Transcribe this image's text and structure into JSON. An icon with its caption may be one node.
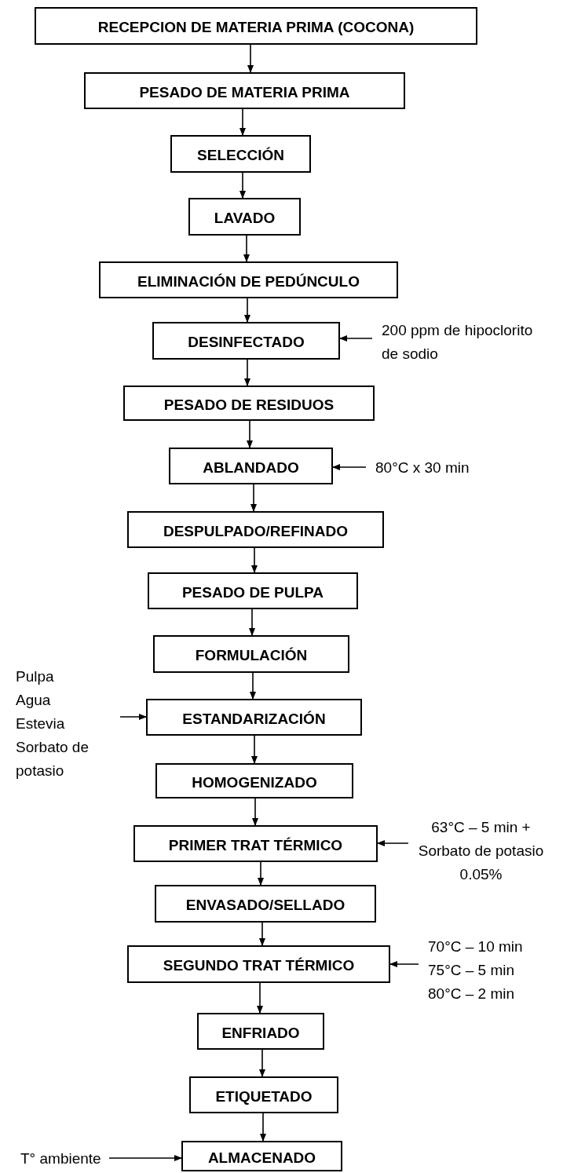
{
  "diagram": {
    "nodes": [
      {
        "text": [
          "RECEPCION DE MATERIA PRIMA (COCONA)"
        ]
      },
      {
        "text": [
          "PESADO DE MATERIA PRIMA"
        ]
      },
      {
        "text": [
          "SELECCIÓN"
        ]
      },
      {
        "text": [
          "LAVADO"
        ]
      },
      {
        "text": [
          "ELIMINACIÓN DE PEDÚNCULO"
        ]
      },
      {
        "text": [
          "DESINFECTADO"
        ]
      },
      {
        "text": [
          "PESADO DE RESIDUOS"
        ]
      },
      {
        "text": [
          "ABLANDADO"
        ]
      },
      {
        "text": [
          "DESPULPADO/REFINADO"
        ]
      },
      {
        "text": [
          "PESADO DE PULPA"
        ]
      },
      {
        "text": [
          "FORMULACIÓN"
        ]
      },
      {
        "text": [
          "ESTANDARIZACIÓN"
        ]
      },
      {
        "text": [
          "HOMOGENIZADO"
        ]
      },
      {
        "text": [
          "PRIMER TRAT TÉRMICO"
        ]
      },
      {
        "text": [
          "ENVASADO/SELLADO"
        ]
      },
      {
        "text": [
          "SEGUNDO TRAT TÉRMICO"
        ]
      },
      {
        "text": [
          "ENFRIADO"
        ]
      },
      {
        "text": [
          "ETIQUETADO"
        ]
      },
      {
        "text": [
          "ALMACENADO"
        ]
      },
      {
        "text": [
          "200 ppm de hipoclorito de sodio"
        ]
      },
      {
        "text": [
          "80°C x 30 min"
        ]
      },
      {
        "text": [
          "Pulpa",
          "Agua",
          "Estevia",
          "Sorbato de potasio"
        ]
      },
      {
        "text": [
          "63°C – 5 min + Sorbato de potasio 0.05%"
        ]
      },
      {
        "text": [
          "70°C – 10 min",
          "75°C – 5 min",
          "80°C – 2 min"
        ]
      },
      {
        "text": [
          "T° ambiente"
        ]
      }
    ],
    "edges": [
      {
        "from": 0,
        "to": 1,
        "arrow": "to"
      },
      {
        "from": 1,
        "to": 2,
        "arrow": "to"
      },
      {
        "from": 2,
        "to": 3,
        "arrow": "to"
      },
      {
        "from": 3,
        "to": 4,
        "arrow": "to"
      },
      {
        "from": 4,
        "to": 5,
        "arrow": "to"
      },
      {
        "from": 5,
        "to": 6,
        "arrow": "to"
      },
      {
        "from": 6,
        "to": 7,
        "arrow": "to"
      },
      {
        "from": 7,
        "to": 8,
        "arrow": "to"
      },
      {
        "from": 8,
        "to": 9,
        "arrow": "to"
      },
      {
        "from": 9,
        "to": 10,
        "arrow": "to"
      },
      {
        "from": 10,
        "to": 11,
        "arrow": "to"
      },
      {
        "from": 11,
        "to": 12,
        "arrow": "to"
      },
      {
        "from": 12,
        "to": 13,
        "arrow": "to"
      },
      {
        "from": 13,
        "to": 14,
        "arrow": "to"
      },
      {
        "from": 14,
        "to": 15,
        "arrow": "to"
      },
      {
        "from": 15,
        "to": 16,
        "arrow": "to"
      },
      {
        "from": 16,
        "to": 17,
        "arrow": "to"
      },
      {
        "from": 17,
        "to": 18,
        "arrow": "to"
      },
      {
        "from": 19,
        "to": 5,
        "arrow": "to"
      },
      {
        "from": 20,
        "to": 7,
        "arrow": "to"
      },
      {
        "from": 21,
        "to": 11,
        "arrow": "to"
      },
      {
        "from": 22,
        "to": 13,
        "arrow": "to"
      },
      {
        "from": 23,
        "to": 15,
        "arrow": "to"
      },
      {
        "from": 24,
        "to": 18,
        "arrow": "to"
      }
    ]
  }
}
